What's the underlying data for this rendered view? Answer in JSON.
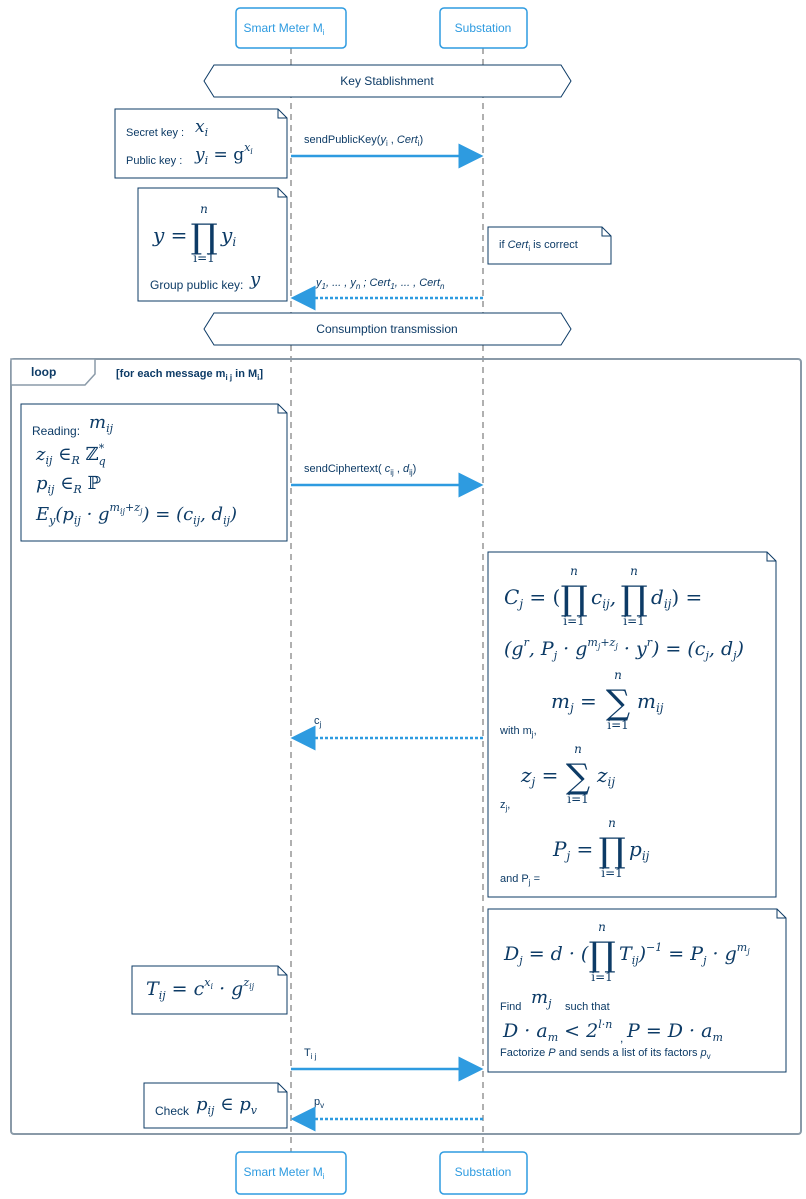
{
  "participants": {
    "smart_meter": "Smart Meter M",
    "smart_meter_sub": "i",
    "substation": "Substation"
  },
  "sections": {
    "key_establishment": "Key Stablishment",
    "consumption": "Consumption transmission"
  },
  "loop": {
    "tag": "loop",
    "condition_prefix": "[for each message m",
    "condition_sub": "i j",
    "condition_mid": " in M",
    "condition_sub2": "i",
    "condition_suffix": "]"
  },
  "key_note": {
    "secret_label": "Secret key :",
    "secret_value": "x",
    "secret_sub": "i",
    "public_label": "Public key :",
    "public_value": "y",
    "public_sub": "i",
    "public_eq": " = g",
    "public_sup": "x",
    "public_sup_sub": "i"
  },
  "group_note": {
    "formula_lhs": "y =",
    "prod_top": "n",
    "prod_sym": "∏",
    "prod_bottom": "i=1",
    "formula_rhs": "y",
    "formula_rhs_sub": "i",
    "label": "Group public key:",
    "value": "y"
  },
  "messages": {
    "send_public_key": "sendPublicKey(",
    "send_public_key_arg1": "y",
    "send_public_key_arg1_sub": "i",
    "send_public_key_mid": " , ",
    "send_public_key_arg2": "Cert",
    "send_public_key_arg2_sub": "i",
    "send_public_key_end": ")",
    "reply_keys_1": "y",
    "reply_keys_1_sub": "1",
    "reply_keys_2": ", ... , ",
    "reply_keys_3": "y",
    "reply_keys_3_sub": "n",
    "reply_keys_4": " ; ",
    "reply_keys_5": "Cert",
    "reply_keys_5_sub": "1",
    "reply_keys_6": ", ... , ",
    "reply_keys_7": "Cert",
    "reply_keys_7_sub": "n",
    "send_ciphertext": "sendCiphertext( ",
    "send_ciphertext_arg1": "c",
    "send_ciphertext_arg1_sub": "ij",
    "send_ciphertext_mid": " , ",
    "send_ciphertext_arg2": "d",
    "send_ciphertext_arg2_sub": "ij",
    "send_ciphertext_end": ")",
    "cj": "c",
    "cj_sub": "j",
    "tij": "T",
    "tij_sub": "i j",
    "pv": "p",
    "pv_sub": "v"
  },
  "cert_note": {
    "prefix": "if ",
    "cert": "Cert",
    "cert_sub": "i",
    "suffix": " is correct"
  },
  "reading_note": {
    "label": "Reading:",
    "m": "m",
    "m_sub": "ij",
    "line2": "z",
    "line2_sub": "ij",
    "line2_rest": " ∈",
    "line2_r": "R",
    "line2_set": " ℤ",
    "line2_set_sub": "q",
    "line2_set_sup": "*",
    "line3": "p",
    "line3_sub": "ij",
    "line3_rest": " ∈",
    "line3_r": "R",
    "line3_set": " ℙ",
    "line4": "E",
    "line4_sub": "y",
    "line4_rest": "(p",
    "line4_rest_sub": "ij",
    "line4_dot": " · g",
    "line4_sup": "m",
    "line4_sup_sub": "ij",
    "line4_sup_rest": "+z",
    "line4_sup_sub2": "j",
    "line4_end": ") = (c",
    "line4_end_sub": "ij",
    "line4_end2": ", d",
    "line4_end2_sub": "ij",
    "line4_close": ")"
  },
  "aggregate_note": {
    "c_line1_a": "C",
    "c_line1_a_sub": "j",
    "c_line1_b": " = (",
    "c_line1_c": "c",
    "c_line1_c_sub": "ij",
    "c_line1_d": ", ",
    "c_line1_e": "d",
    "c_line1_e_sub": "ij",
    "c_line1_f": ") =",
    "c_line2": "(g",
    "c_line2_sup": "r",
    "c_line2_b": ", P",
    "c_line2_b_sub": "j",
    "c_line2_c": " · g",
    "c_line2_c_sup": "m",
    "c_line2_c_sup_sub": "j",
    "c_line2_c_sup2": "+z",
    "c_line2_c_sup_sub2": "j",
    "c_line2_d": " · y",
    "c_line2_d_sup": "r",
    "c_line2_e": ") = (c",
    "c_line2_e_sub": "j",
    "c_line2_f": ", d",
    "c_line2_f_sub": "j",
    "c_line2_g": ")",
    "m_lhs": "m",
    "m_lhs_sub": "j",
    "m_rhs": "m",
    "m_rhs_sub": "ij",
    "with_label": "with m",
    "with_label_sub": "j",
    "with_comma": ",",
    "z_lhs": "z",
    "z_lhs_sub": "j",
    "z_rhs": "z",
    "z_rhs_sub": "ij",
    "z_label": "z",
    "z_label_sub": "j",
    "z_comma": ",",
    "p_lhs": "P",
    "p_lhs_sub": "j",
    "p_rhs": "p",
    "p_rhs_sub": "ij",
    "and_label": "and P",
    "and_label_sub": "j",
    "and_eq": " =",
    "top_n": "n",
    "bottom_i": "i=1",
    "sum_sym": "∑",
    "prod_sym": "∏"
  },
  "decrypt_note": {
    "d_a": "D",
    "d_a_sub": "j",
    "d_b": " = d · (",
    "d_c": "T",
    "d_c_sub": "ij",
    "d_d": ")",
    "d_d_sup": "−1",
    "d_e": " = P",
    "d_e_sub": "j",
    "d_f": " · g",
    "d_f_sup": "m",
    "d_f_sup_sub": "j",
    "find_label": "Find",
    "find_m": "m",
    "find_m_sub": "j",
    "find_suffix": "such that",
    "ineq_a": "D · a",
    "ineq_a_sub": "m",
    "ineq_b": " < 2",
    "ineq_b_sup": "l·n",
    "ineq_comma": ",",
    "ineq_c": "P = D · a",
    "ineq_c_sub": "m",
    "fact_a": "Factorize ",
    "fact_p": "P",
    "fact_b": " and sends a list of its factors ",
    "fact_pv": "p",
    "fact_pv_sub": "v"
  },
  "t_note": {
    "a": "T",
    "a_sub": "ij",
    "b": " = c",
    "b_sup": "x",
    "b_sup_sub": "i",
    "c": " · g",
    "c_sup": "z",
    "c_sup_sub": "ij"
  },
  "check_note": {
    "label": "Check",
    "a": "p",
    "a_sub": "ij",
    "b": " ∈ p",
    "b_sub": "v"
  },
  "colors": {
    "primary": "#0d3b66",
    "accent": "#2e9be0",
    "lifeline": "#b0b0b0",
    "frame": "#8a9aa8"
  }
}
